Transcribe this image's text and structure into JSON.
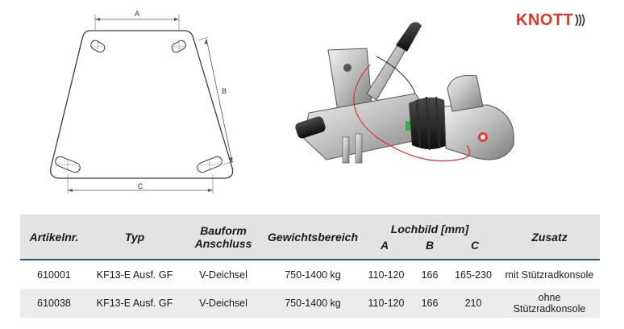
{
  "brand": {
    "name": "KNOTT"
  },
  "diagram": {
    "label_a": "A",
    "label_b": "B",
    "label_c": "C"
  },
  "table": {
    "headers": {
      "artikelnr": "Artikelnr.",
      "typ": "Typ",
      "bauform_line1": "Bauform",
      "bauform_line2": "Anschluss",
      "gewichtsbereich": "Gewichtsbereich",
      "lochbild": "Lochbild [mm]",
      "a": "A",
      "b": "B",
      "c": "C",
      "zusatz": "Zusatz"
    },
    "rows": [
      {
        "artikelnr": "610001",
        "typ": "KF13-E Ausf. GF",
        "bauform": "V-Deichsel",
        "gewicht": "750-1400 kg",
        "a": "110-120",
        "b": "166",
        "c": "165-230",
        "zusatz": "mit Stützradkonsole"
      },
      {
        "artikelnr": "610038",
        "typ": "KF13-E Ausf. GF",
        "bauform": "V-Deichsel",
        "gewicht": "750-1400 kg",
        "a": "110-120",
        "b": "166",
        "c": "210",
        "zusatz": "ohne Stützradkonsole"
      }
    ]
  },
  "colors": {
    "brand_red": "#e2342a",
    "header_bg": "#e3e3e3",
    "row_alt_bg": "#ececec",
    "header_rule": "#2f4f6a"
  }
}
